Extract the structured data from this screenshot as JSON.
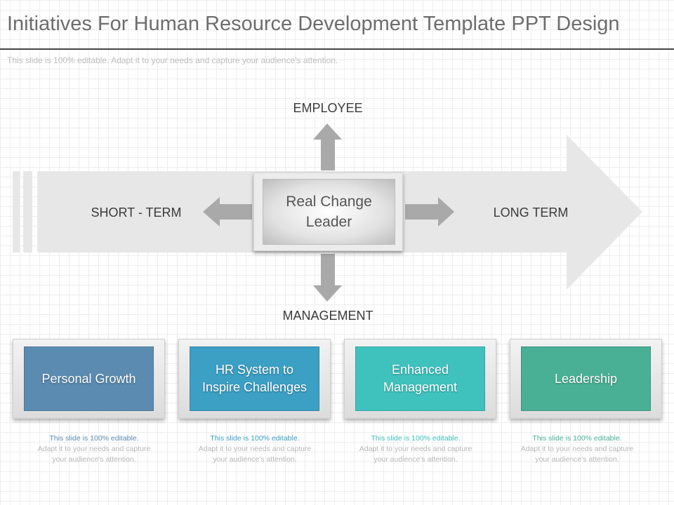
{
  "title": "Initiatives For Human Resource Development Template PPT Design",
  "subtitle": "This slide is 100% editable. Adapt it to your needs and capture your audience's attention.",
  "diagram": {
    "center_label": "Real Change Leader",
    "up_label": "EMPLOYEE",
    "down_label": "MANAGEMENT",
    "left_label": "SHORT - TERM",
    "right_label": "LONG TERM"
  },
  "cards": [
    {
      "label": "Personal Growth",
      "color": "#5b8bb0",
      "caption_highlight": "This slide is 100% editable.",
      "caption_body": "Adapt it to your needs and capture your audience's attention."
    },
    {
      "label": "HR System to Inspire Challenges",
      "color": "#3c9fc4",
      "caption_highlight": "This slide is 100% editable.",
      "caption_body": "Adapt it to your needs and capture your audience's attention."
    },
    {
      "label": "Enhanced Management",
      "color": "#3fc2bd",
      "caption_highlight": "This slide is 100% editable.",
      "caption_body": "Adapt it to your needs and capture your audience's attention."
    },
    {
      "label": "Leadership",
      "color": "#4ab095",
      "caption_highlight": "This slide is 100% editable.",
      "caption_body": "Adapt it to your needs and capture your audience's attention."
    }
  ],
  "colors": {
    "caption_highlight": [
      "#5b8bb0",
      "#3c9fc4",
      "#3fc2bd",
      "#4ab095"
    ],
    "arrow_band": "#e7e7e7",
    "arrow_small": "#a9a9a9"
  }
}
